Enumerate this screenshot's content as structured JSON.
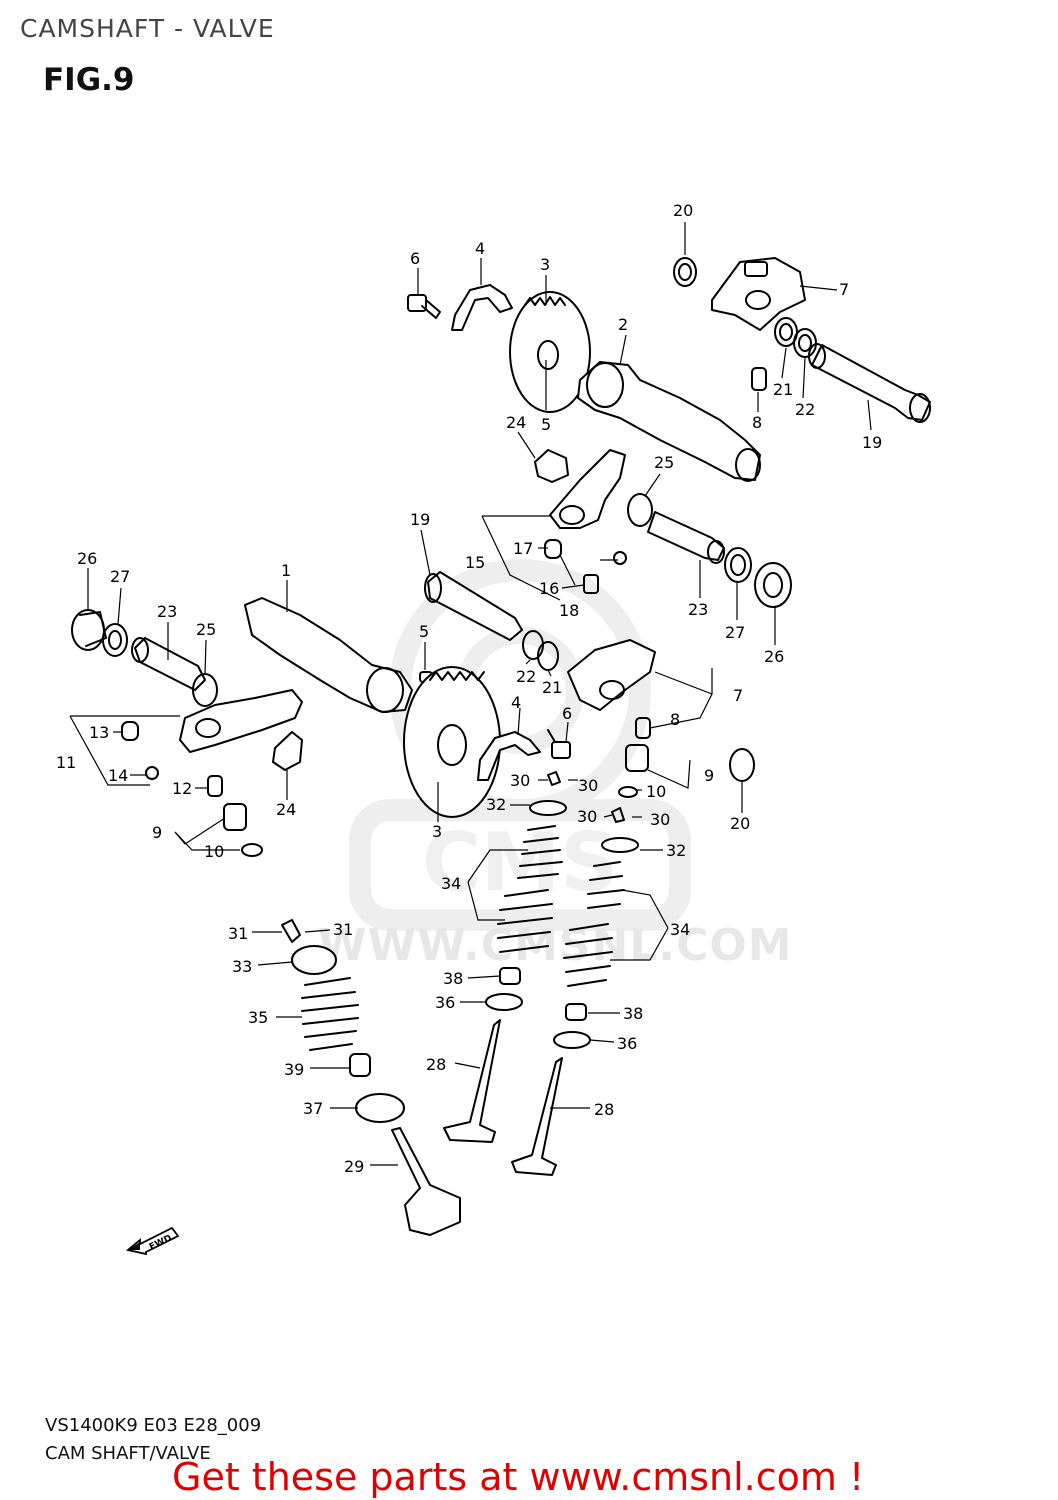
{
  "header": {
    "title": "CAMSHAFT - VALVE",
    "figure": "FIG.9"
  },
  "watermark": {
    "text": "WWW.CMSNL.COM",
    "color": "#e7e7e7"
  },
  "fwd_icon": {
    "label": "FWD"
  },
  "callouts": [
    "20",
    "6",
    "4",
    "3",
    "7",
    "2",
    "21",
    "22",
    "8",
    "19",
    "24",
    "5",
    "25",
    "19",
    "15",
    "17",
    "16",
    "18",
    "23",
    "27",
    "26",
    "26",
    "27",
    "23",
    "25",
    "1",
    "5",
    "22",
    "21",
    "7",
    "13",
    "8",
    "11",
    "14",
    "12",
    "24",
    "4",
    "6",
    "30",
    "30",
    "9",
    "10",
    "20",
    "32",
    "30",
    "30",
    "32",
    "9",
    "10",
    "3",
    "34",
    "34",
    "31",
    "31",
    "33",
    "38",
    "36",
    "35",
    "38",
    "36",
    "28",
    "39",
    "37",
    "28",
    "29"
  ],
  "footer": {
    "model_code": "VS1400K9 E03 E28_009",
    "section_name": "CAM SHAFT/VALVE",
    "promo_text": "Get these parts at www.cmsnl.com !",
    "promo_color": "#e00000"
  }
}
